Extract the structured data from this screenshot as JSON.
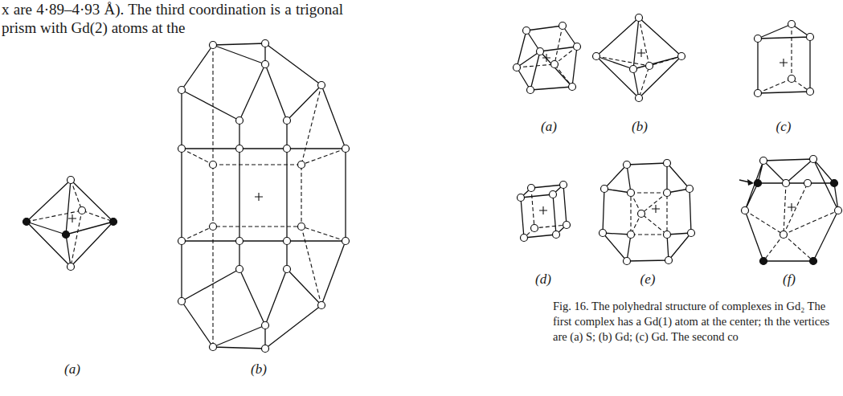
{
  "diagram": {
    "caption": "Fig. 16. The polyhedral structure of complexes in Gd₂ The first complex has a Gd(1) atom at the center; th the vertices are (a) S; (b) Gd; (c) Gd. The second co",
    "labels": [
      "x are 4·89–4·93 Å). The third coordination is a trigonal prism with Gd(2) atoms at the",
      "(a)",
      "(b)",
      "(a)",
      "(b)",
      "(c)",
      "(d)",
      "(e)",
      "(f)"
    ]
  }
}
